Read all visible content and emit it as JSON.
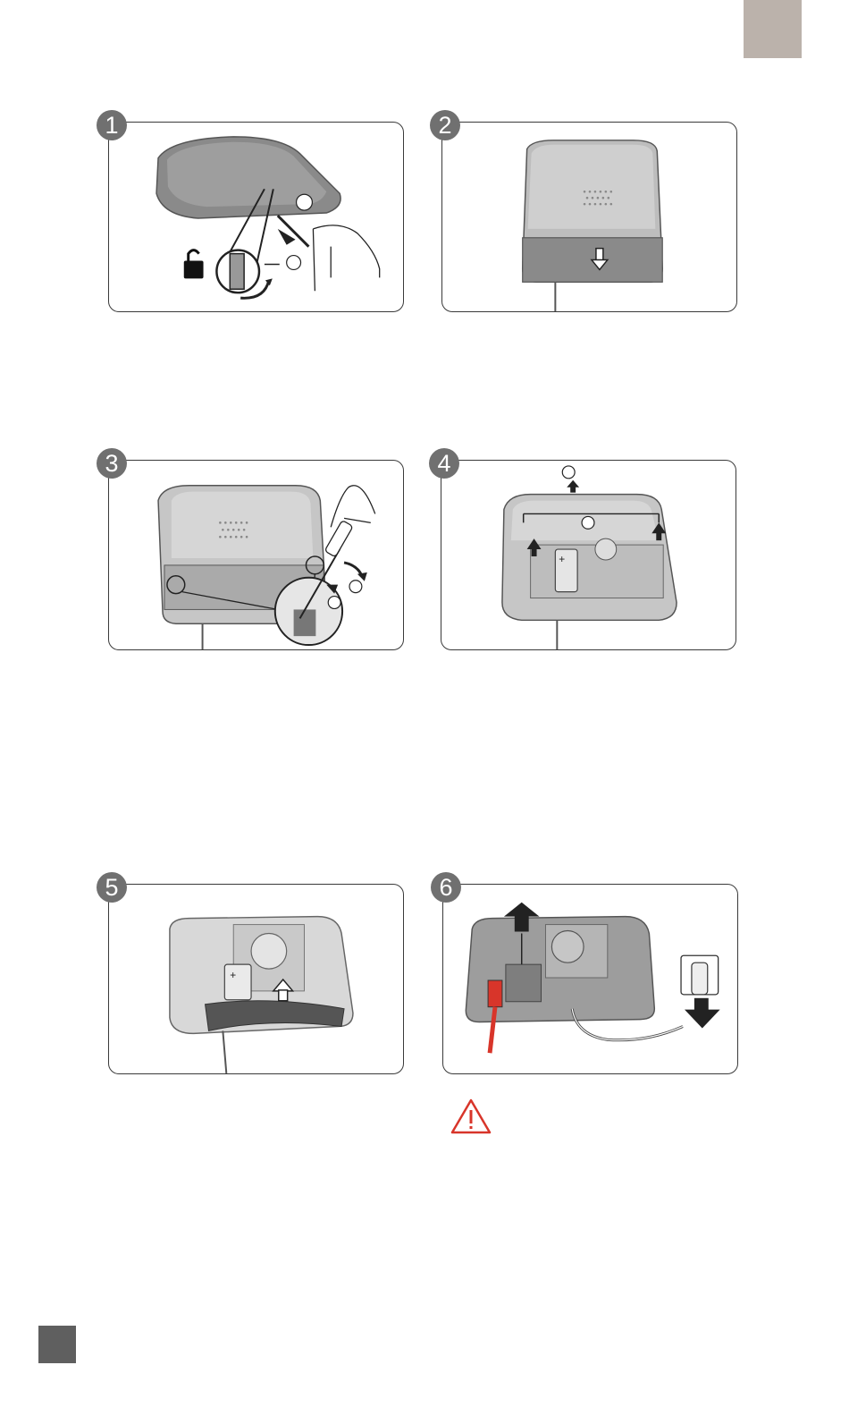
{
  "colors": {
    "accent_beige": "#bbb2ab",
    "corner_dark": "#5f5f5f",
    "badge_gray": "#707070",
    "warning_red": "#d8352a",
    "wire_red": "#d8352a"
  },
  "steps": [
    {
      "number": "1",
      "icon": "unlock-icon"
    },
    {
      "number": "2",
      "icon": "down-arrow-icon"
    },
    {
      "number": "3",
      "icon": "screwdriver-icon"
    },
    {
      "number": "4",
      "icon": "up-arrow-icon"
    },
    {
      "number": "5",
      "icon": "up-arrow-icon"
    },
    {
      "number": "6",
      "icon": "plug-icon"
    }
  ],
  "warning": {
    "icon": "warning-triangle-icon"
  }
}
